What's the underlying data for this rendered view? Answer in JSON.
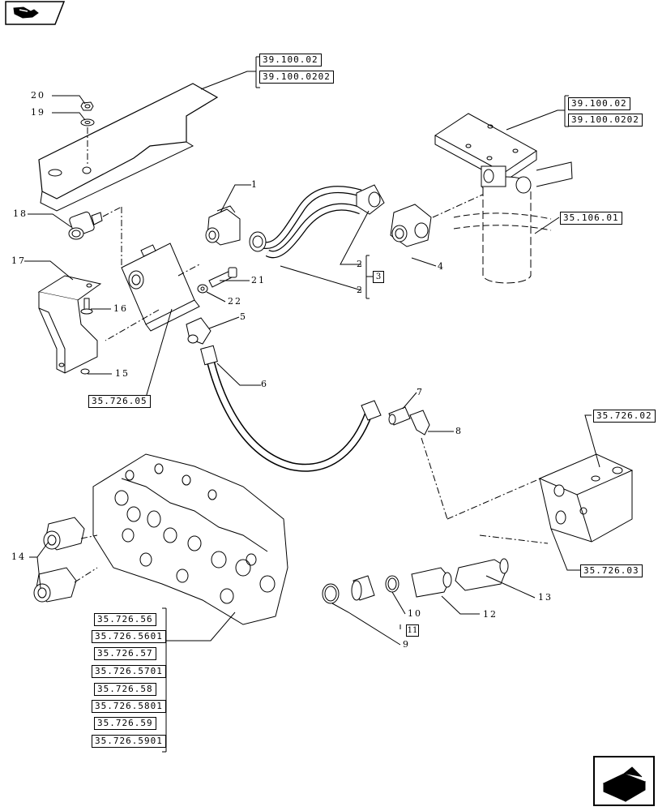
{
  "references": {
    "top_bracket": [
      "39.100.02",
      "39.100.0202"
    ],
    "right_bracket": [
      "39.100.02",
      "39.100.0202"
    ],
    "filter": "35.106.01",
    "valve_block": "35.726.05",
    "right_block_top": "35.726.02",
    "right_block_bottom": "35.726.03",
    "control_valve": [
      "35.726.56",
      "35.726.5601",
      "35.726.57",
      "35.726.5701",
      "35.726.58",
      "35.726.5801",
      "35.726.59",
      "35.726.5901"
    ]
  },
  "callouts": {
    "c1": "1",
    "c2a": "2",
    "c2b": "2",
    "c3": "3",
    "c4": "4",
    "c5": "5",
    "c6": "6",
    "c7": "7",
    "c8": "8",
    "c9": "9",
    "c10": "10",
    "c11": "11",
    "c12": "12",
    "c13": "13",
    "c14": "14",
    "c15": "15",
    "c16": "16",
    "c17": "17",
    "c18": "18",
    "c19": "19",
    "c20": "20",
    "c21": "21",
    "c22": "22"
  },
  "icons": {
    "top_left": "book-nav-icon",
    "bottom_right": "next-page-arrow-icon"
  }
}
